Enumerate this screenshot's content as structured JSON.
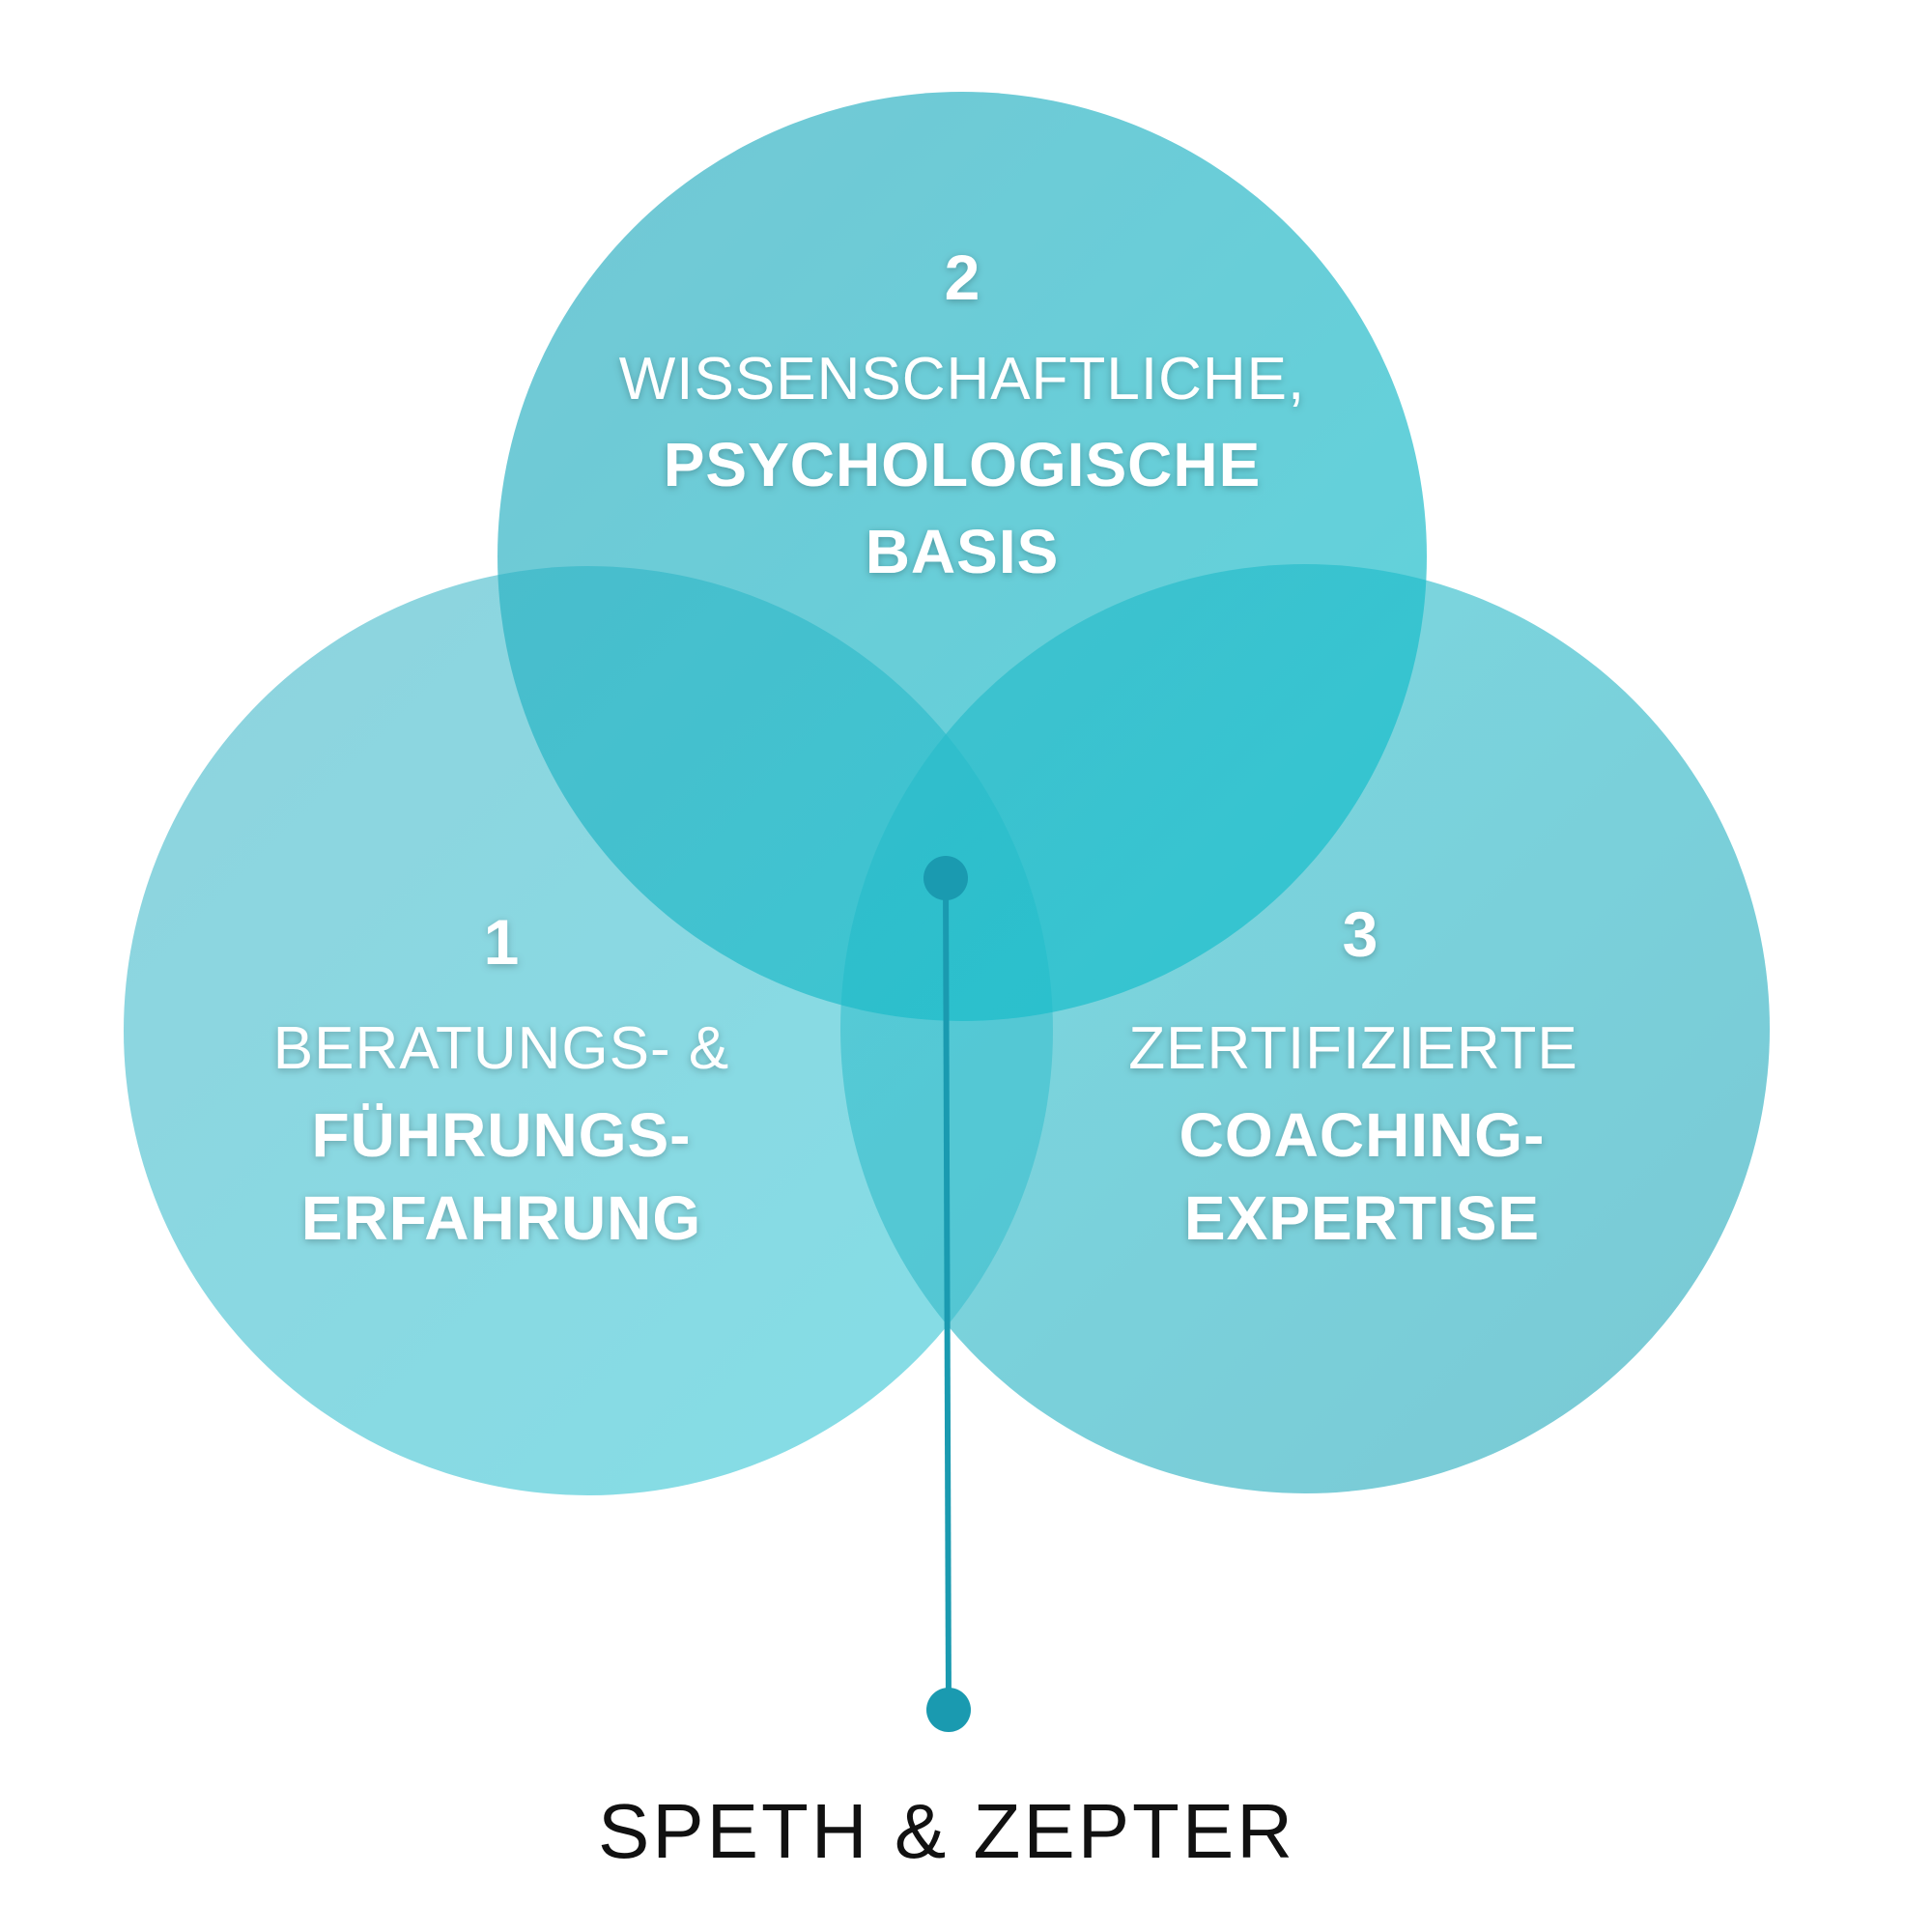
{
  "colors": {
    "circle_left": "#8ad6e0",
    "circle_top": "#5cc6d2",
    "circle_right": "#6ccbd6",
    "connector": "#1a9ab0",
    "brand_text": "#111111"
  },
  "circles": [
    {
      "number": "1",
      "line1": "BERATUNGS- &",
      "line2": "FÜHRUNGS-",
      "line3": "ERFAHRUNG"
    },
    {
      "number": "2",
      "line1": "WISSENSCHAFTLICHE,",
      "line2": "PSYCHOLOGISCHE",
      "line3": "BASIS"
    },
    {
      "number": "3",
      "line1": "ZERTIFIZIERTE",
      "line2": "COACHING-",
      "line3": "EXPERTISE"
    }
  ],
  "brand": "SPETH & ZEPTER"
}
